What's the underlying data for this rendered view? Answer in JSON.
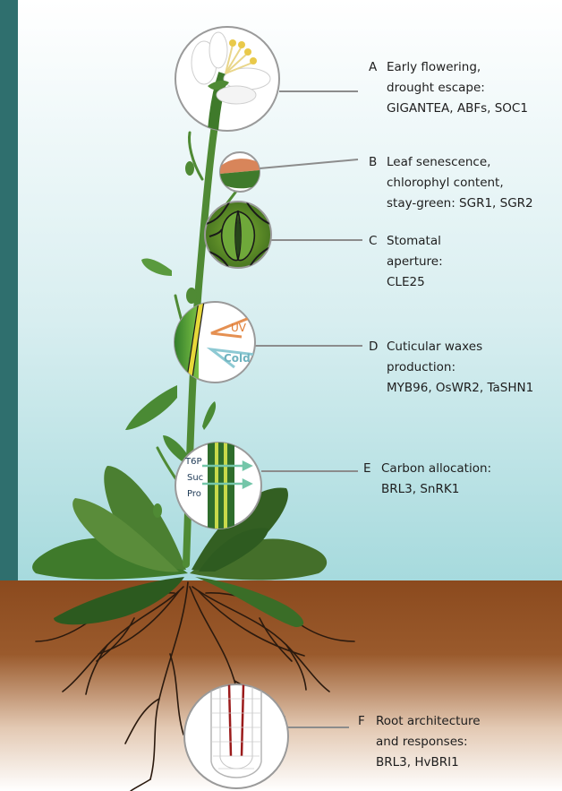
{
  "panels": [
    {
      "letter": "A",
      "lines": [
        "Early flowering,",
        "drought escape:",
        "GIGANTEA, ABFs, SOC1"
      ]
    },
    {
      "letter": "B",
      "lines": [
        "Leaf senescence,",
        "chlorophyl content,",
        "stay-green: SGR1, SGR2"
      ]
    },
    {
      "letter": "C",
      "lines": [
        "Stomatal",
        "aperture:",
        "CLE25"
      ]
    },
    {
      "letter": "D",
      "lines": [
        "Cuticular waxes",
        "production:",
        "MYB96, OsWR2, TaSHN1"
      ]
    },
    {
      "letter": "E",
      "lines": [
        "Carbon allocation:",
        "BRL3, SnRK1"
      ]
    },
    {
      "letter": "F",
      "lines": [
        "Root architecture",
        "and responses:",
        "BRL3, HvBRI1"
      ]
    }
  ],
  "insets": {
    "stress_uv": "UV",
    "stress_cold": "Cold",
    "metabolites": [
      "T6P",
      "Suc",
      "Pro"
    ]
  },
  "colors": {
    "frame": "#2f6f6e",
    "sky_top": "#ffffff",
    "sky_bottom": "#a9dcdf",
    "soil": "#8a4a20",
    "leaf": "#3f7a2b",
    "leaf_dark": "#2c5a1f",
    "stem": "#4f8a34",
    "root": "#2b1a0e"
  }
}
